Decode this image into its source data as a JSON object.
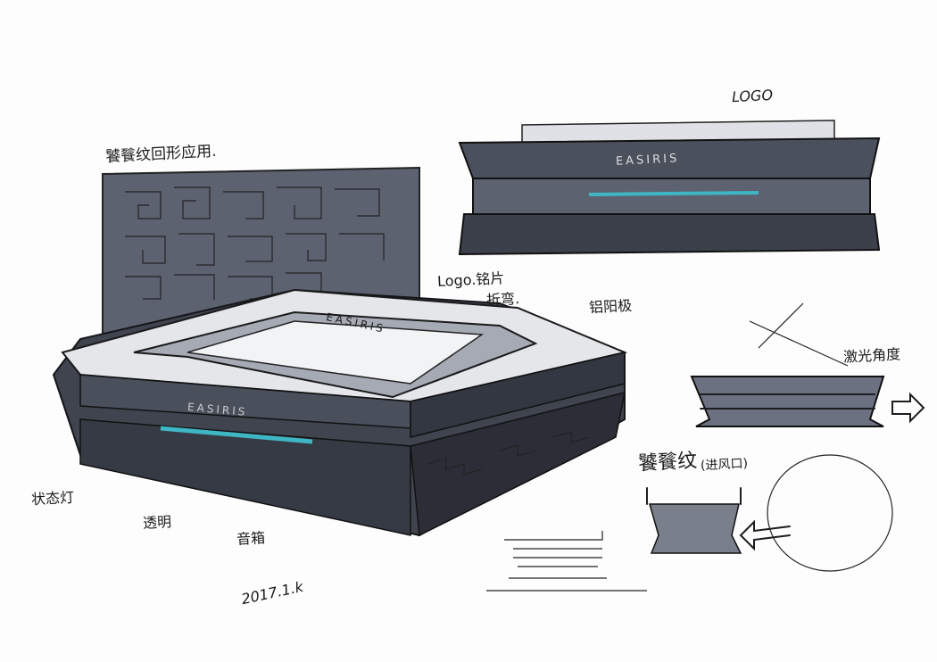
{
  "annotations": {
    "pattern_title": "饕餮纹回形应用.",
    "logo_top": "LOGO",
    "brand_top": "EASIRIS",
    "brand_lid": "EASIRIS",
    "brand_front": "EASIRIS",
    "logo_plate": "Logo.铭片",
    "bend": "折弯.",
    "aluminum": "铝阳极",
    "laser_angle": "激光角度",
    "taotie_vent": "饕餮纹",
    "vent_paren": "(进风口)",
    "status_light": "状态灯",
    "transparent": "透明",
    "speaker": "音箱",
    "signature": "2017.1.k"
  },
  "colors": {
    "marker_dark": "#3d4250",
    "marker_mid": "#6b7180",
    "marker_light": "#b9bec8",
    "accent_light": "#3fb6c4"
  }
}
